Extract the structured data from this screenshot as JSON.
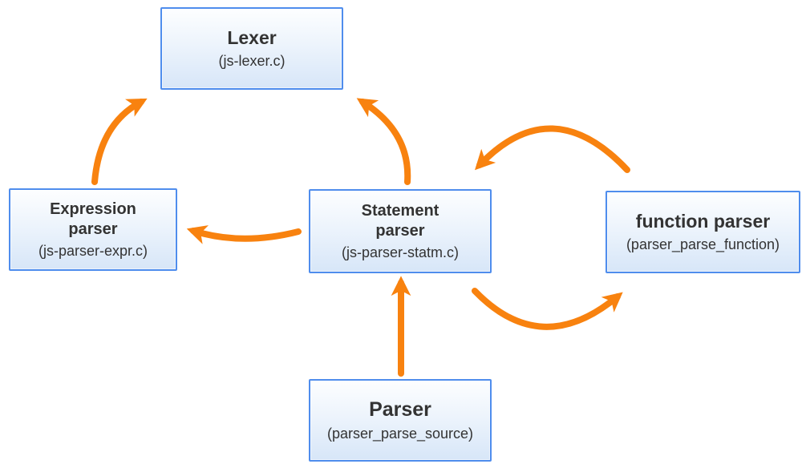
{
  "diagram": {
    "nodes": [
      {
        "id": "lexer",
        "title": "Lexer",
        "subtitle": "(js-lexer.c)"
      },
      {
        "id": "expression-parser",
        "title": "Expression parser",
        "subtitle": "(js-parser-expr.c)"
      },
      {
        "id": "statement-parser",
        "title": "Statement parser",
        "subtitle": "(js-parser-statm.c)"
      },
      {
        "id": "function-parser",
        "title": "function parser",
        "subtitle": "(parser_parse_function)"
      },
      {
        "id": "parser",
        "title": "Parser",
        "subtitle": "(parser_parse_source)"
      }
    ],
    "edges": [
      {
        "from": "expression-parser",
        "to": "lexer",
        "style": "curved"
      },
      {
        "from": "statement-parser",
        "to": "lexer",
        "style": "curved"
      },
      {
        "from": "statement-parser",
        "to": "expression-parser",
        "style": "curved"
      },
      {
        "from": "function-parser",
        "to": "statement-parser",
        "style": "arc-over"
      },
      {
        "from": "statement-parser",
        "to": "function-parser",
        "style": "arc-under"
      },
      {
        "from": "parser",
        "to": "statement-parser",
        "style": "straight"
      }
    ],
    "colors": {
      "arrow": "#F8820F",
      "box_border": "#4F8DED",
      "box_fill_top": "#FDFEFF",
      "box_fill_bottom": "#D7E6F8",
      "text": "#333333",
      "background": "#FFFFFF"
    }
  }
}
